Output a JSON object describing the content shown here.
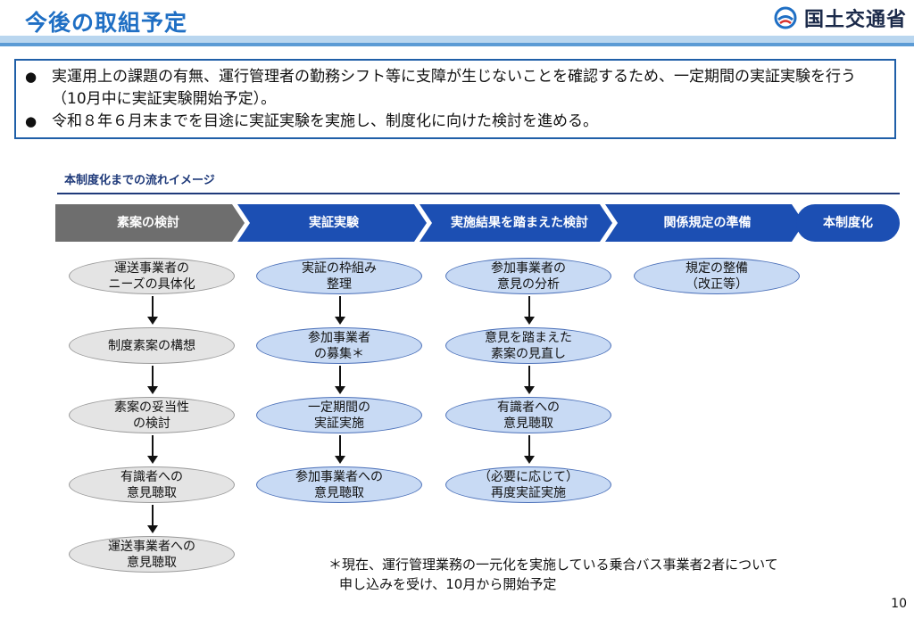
{
  "header": {
    "title": "今後の取組予定",
    "org": "国土交通省",
    "org_icon": "mlit-logo-icon"
  },
  "summary": {
    "bullets": [
      "実運用上の課題の有無、運行管理者の勤務シフト等に支障が生じないことを確認するため、一定期間の実証実験を行う（10月中に実証実験開始予定）。",
      "令和８年６月末までを目途に実証実験を実施し、制度化に向けた検討を進める。"
    ]
  },
  "flow": {
    "label": "本制度化までの流れイメージ",
    "stages": [
      "素案の検討",
      "実証実験",
      "実施結果を踏まえた検討",
      "関係規定の準備",
      "本制度化"
    ],
    "columns": [
      [
        "運送事業者の\nニーズの具体化",
        "制度素案の構想",
        "素案の妥当性\nの検討",
        "有識者への\n意見聴取",
        "運送事業者への\n意見聴取"
      ],
      [
        "実証の枠組み\n整理",
        "参加事業者\nの募集＊",
        "一定期間の\n実証実施",
        "参加事業者への\n意見聴取"
      ],
      [
        "参加事業者の\n意見の分析",
        "意見を踏まえた\n素案の見直し",
        "有識者への\n意見聴取",
        "（必要に応じて）\n再度実証実施"
      ],
      [
        "規定の整備\n（改正等）"
      ]
    ]
  },
  "footnote": {
    "line1": "＊現在、運行管理業務の一元化を実施している乗合バス事業者2者について",
    "line2": "申し込みを受け、10月から開始予定"
  },
  "page_number": "10",
  "colors": {
    "title": "#1f6fc4",
    "stage_grey": "#6e6e6e",
    "stage_blue": "#1c4fb3",
    "stage_final": "#1c4fb3",
    "node_grey": "#e4e4e4",
    "node_blue": "#c8daf4"
  }
}
